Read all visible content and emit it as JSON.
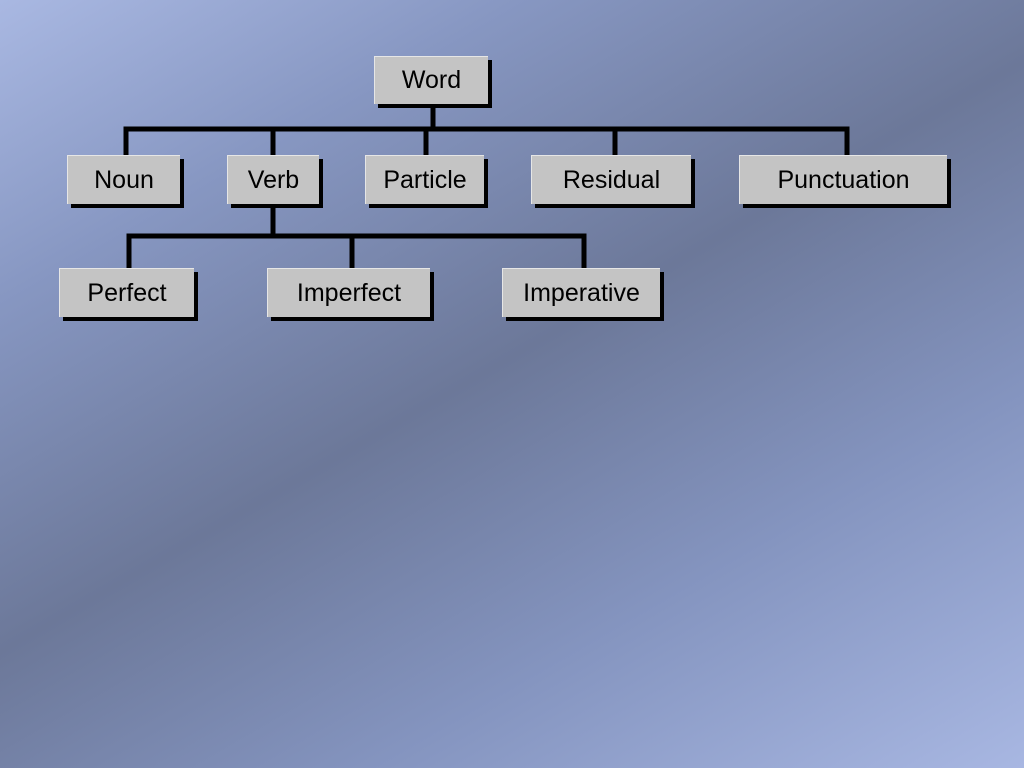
{
  "tree": {
    "root": {
      "label": "Word"
    },
    "level1": [
      {
        "label": "Noun"
      },
      {
        "label": "Verb"
      },
      {
        "label": "Particle"
      },
      {
        "label": "Residual"
      },
      {
        "label": "Punctuation"
      }
    ],
    "verb_children": [
      {
        "label": "Perfect"
      },
      {
        "label": "Imperfect"
      },
      {
        "label": "Imperative"
      }
    ]
  },
  "colors": {
    "node_fill": "#c4c4c4",
    "connector": "#000000",
    "text": "#000000"
  }
}
